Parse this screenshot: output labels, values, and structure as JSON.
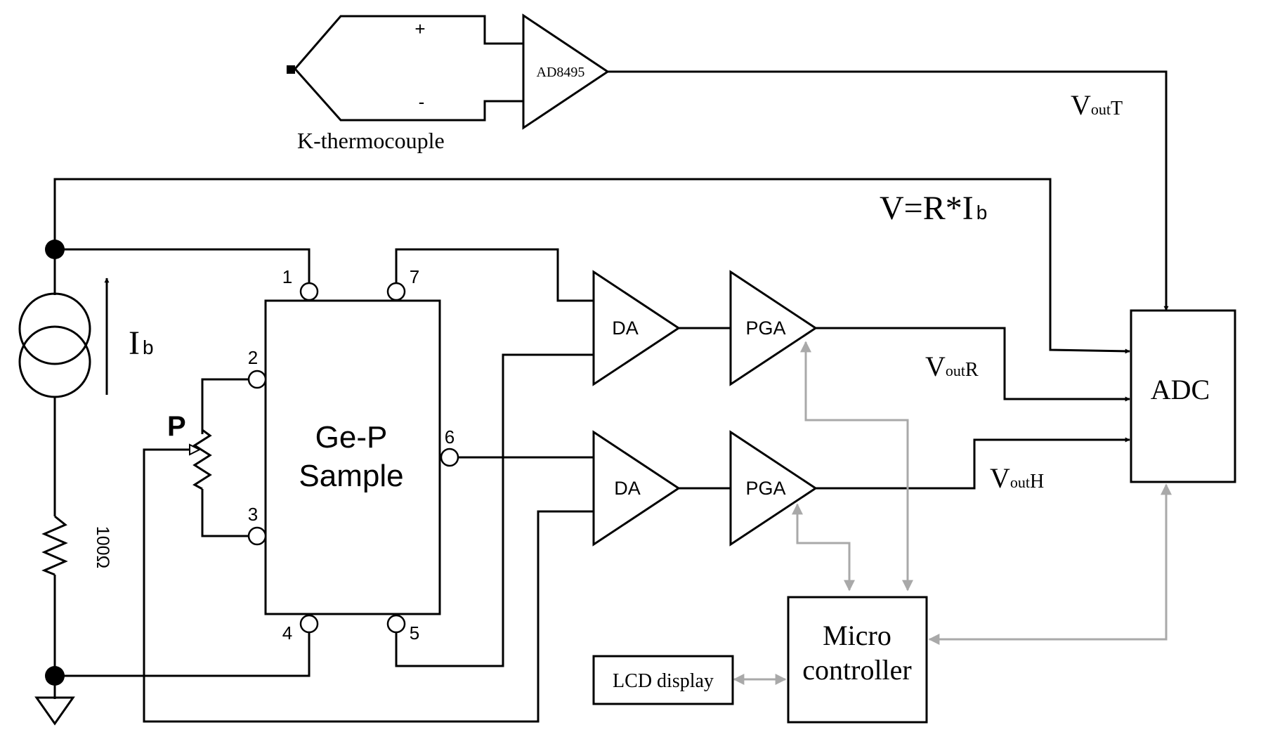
{
  "colors": {
    "wire": "#000000",
    "control_bus": "#a9a9a9",
    "background": "#ffffff"
  },
  "thermocouple": {
    "label": "K-thermocouple",
    "plus": "+",
    "minus": "-"
  },
  "amplifier_t": {
    "label": "AD8495"
  },
  "signals": {
    "vout_t": {
      "main": "V",
      "sub": "out",
      "tail": "T"
    },
    "vout_r": {
      "main": "V",
      "sub": "out",
      "tail": "R"
    },
    "vout_h": {
      "main": "V",
      "sub": "out",
      "tail": "H"
    },
    "ohm_law": {
      "main": "V=R*I",
      "sub": "b"
    }
  },
  "source": {
    "current_main": "I",
    "current_sub": "b"
  },
  "resistor": {
    "label": "100Ω"
  },
  "potentiometer": {
    "label": "P"
  },
  "sample": {
    "line1": "Ge-P",
    "line2": "Sample",
    "pins": [
      "1",
      "2",
      "3",
      "4",
      "5",
      "6",
      "7"
    ]
  },
  "amplifiers": {
    "da_top": "DA",
    "da_bottom": "DA",
    "pga_top": "PGA",
    "pga_bottom": "PGA"
  },
  "adc": {
    "label": "ADC"
  },
  "micro": {
    "line1": "Micro",
    "line2": "controller"
  },
  "lcd": {
    "label": "LCD display"
  }
}
